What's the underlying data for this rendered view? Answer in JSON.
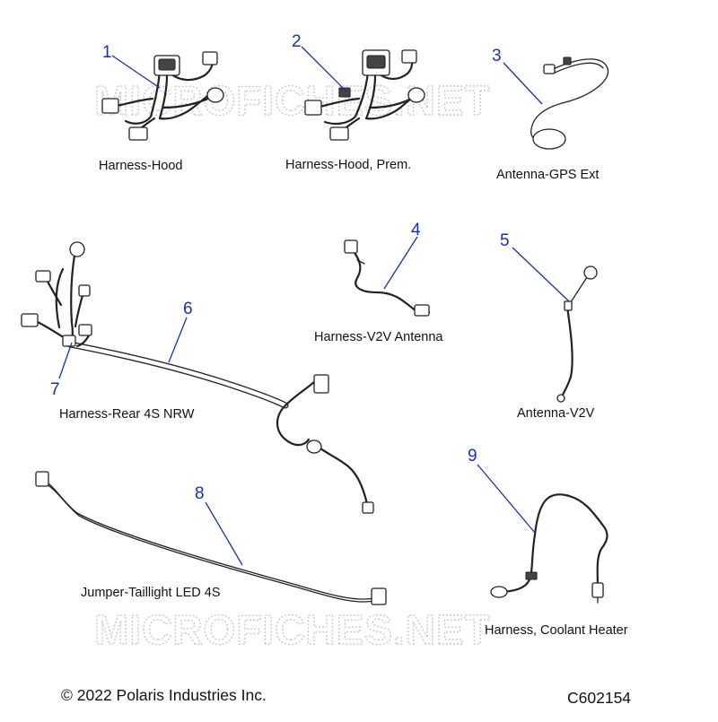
{
  "watermark": "MICROFICHES.NET",
  "parts": [
    {
      "number": "1",
      "caption": "Harness-Hood"
    },
    {
      "number": "2",
      "caption": "Harness-Hood, Prem."
    },
    {
      "number": "3",
      "caption": "Antenna-GPS Ext"
    },
    {
      "number": "4",
      "caption": "Harness-V2V Antenna"
    },
    {
      "number": "5",
      "caption": "Antenna-V2V"
    },
    {
      "number": "6",
      "caption": "Harness-Rear 4S NRW"
    },
    {
      "number": "7",
      "caption": ""
    },
    {
      "number": "8",
      "caption": "Jumper-Taillight LED 4S"
    },
    {
      "number": "9",
      "caption": "Harness, Coolant Heater"
    }
  ],
  "footer": {
    "copyright": "© 2022 Polaris Industries Inc.",
    "diagram_code": "C602154"
  }
}
